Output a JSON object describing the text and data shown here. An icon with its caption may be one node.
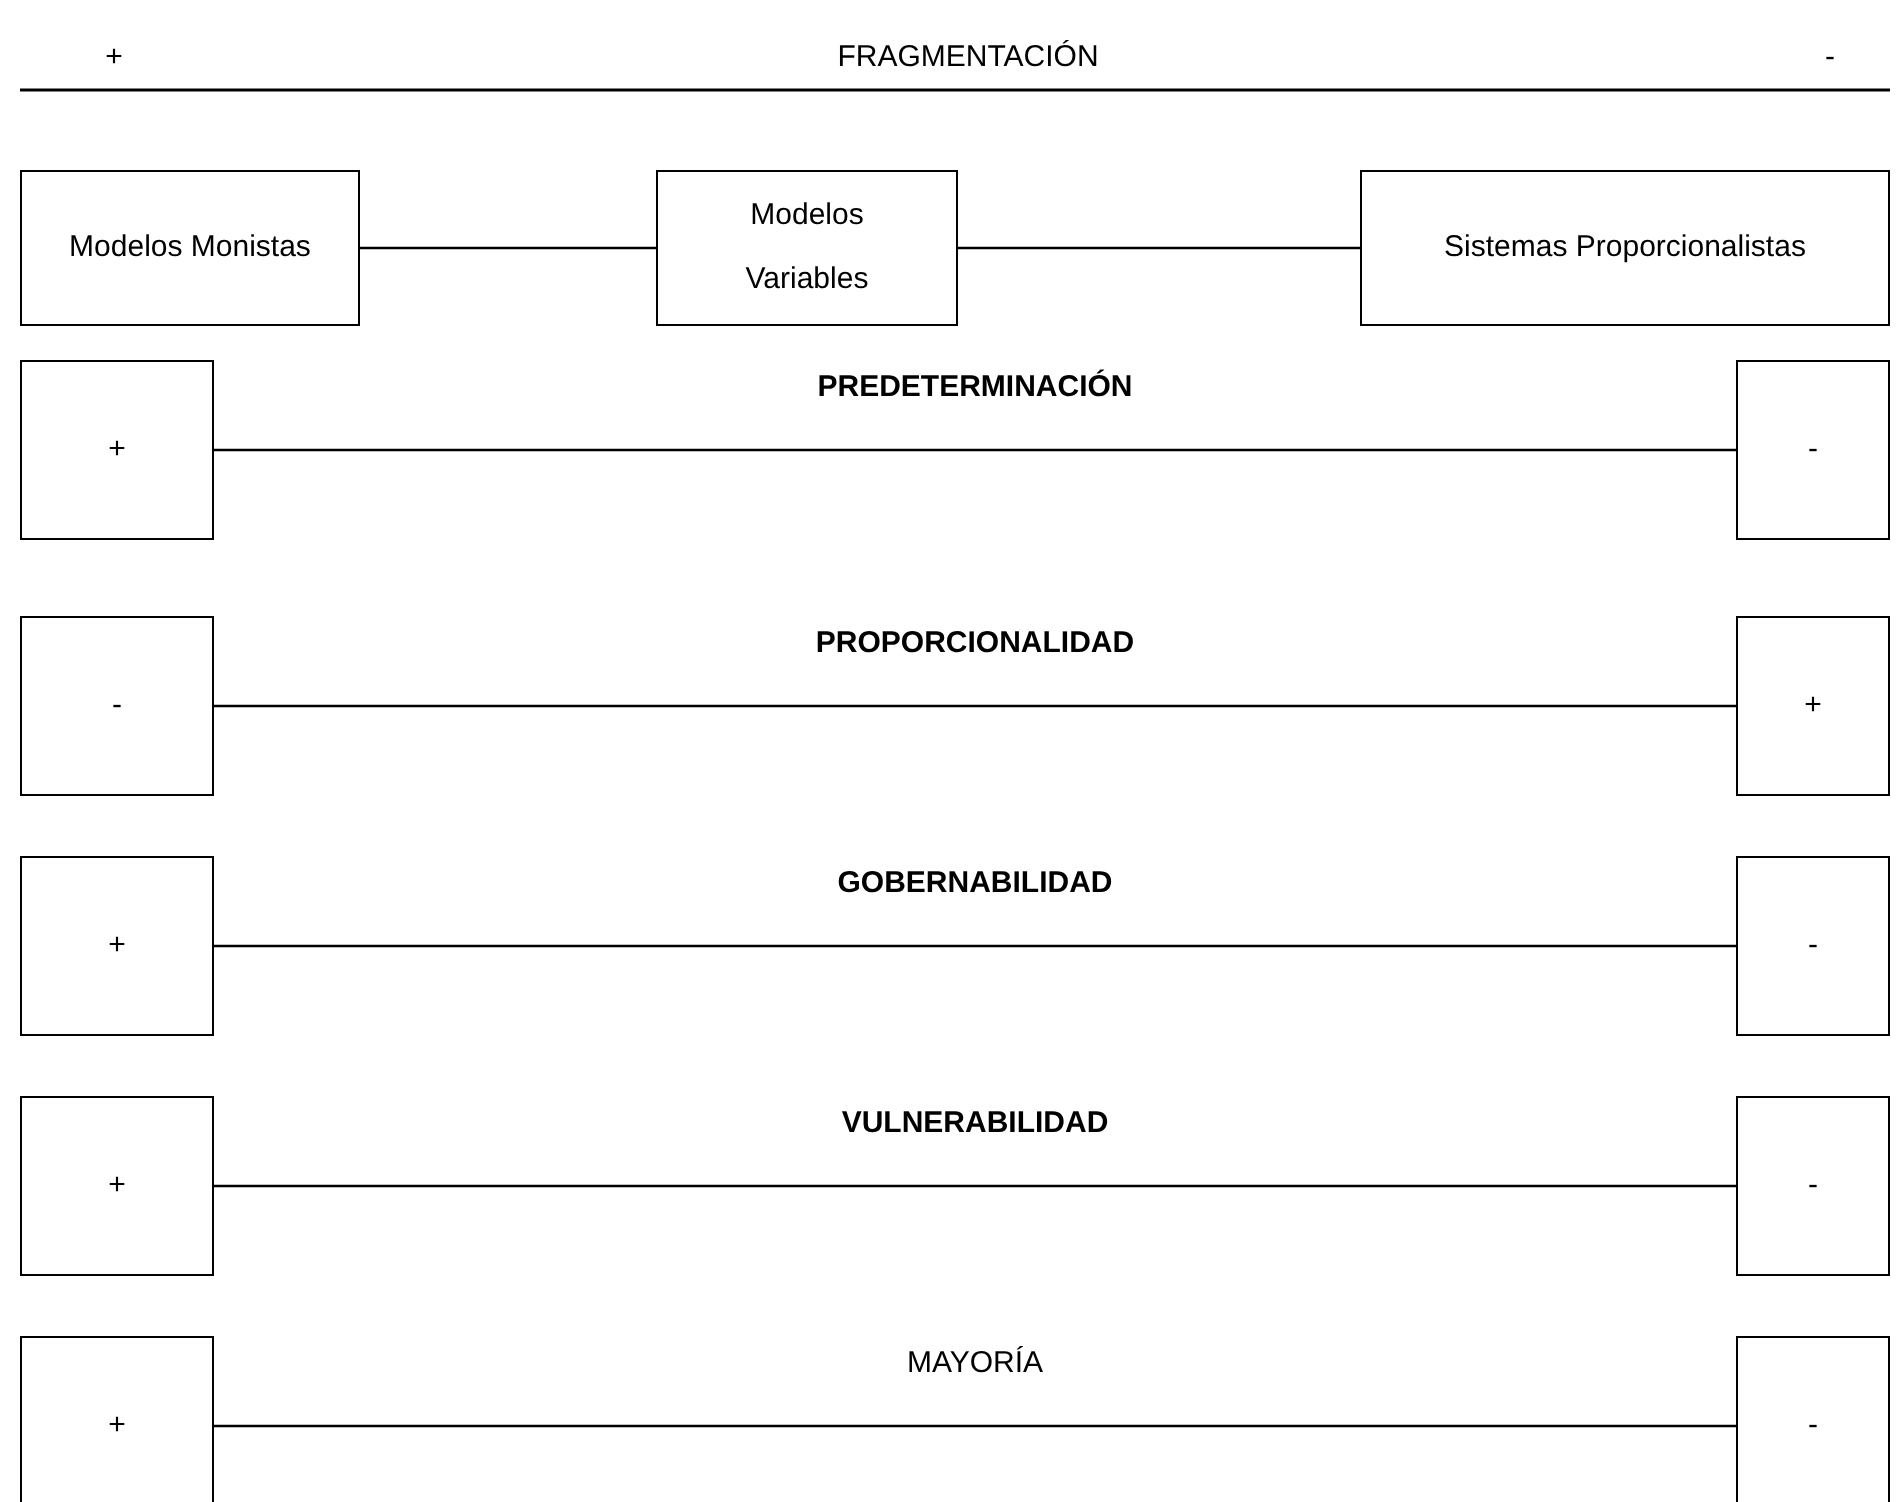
{
  "diagram": {
    "nodes": [
      {
        "text": [
          "Modelos Monistas"
        ]
      },
      {
        "text": [
          "Modelos Variables"
        ]
      },
      {
        "text": [
          "Sistemas Proporcionalistas"
        ]
      },
      {
        "text": [
          "+"
        ]
      },
      {
        "text": [
          "-"
        ]
      },
      {
        "text": [
          "-"
        ]
      },
      {
        "text": [
          "+"
        ]
      },
      {
        "text": [
          "+"
        ]
      },
      {
        "text": [
          "-"
        ]
      },
      {
        "text": [
          "+"
        ]
      },
      {
        "text": [
          "-"
        ]
      },
      {
        "text": [
          "+"
        ]
      },
      {
        "text": [
          "-"
        ]
      }
    ],
    "edges": [
      {
        "from": 0,
        "to": 1,
        "arrow": "none"
      },
      {
        "from": 1,
        "to": 2,
        "arrow": "none"
      },
      {
        "from": 3,
        "to": 4,
        "arrow": "none",
        "label": "PREDETERMINACIÓN"
      },
      {
        "from": 5,
        "to": 6,
        "arrow": "none",
        "label": "PROPORCIONALIDAD"
      },
      {
        "from": 7,
        "to": 8,
        "arrow": "none",
        "label": "GOBERNABILIDAD"
      },
      {
        "from": 9,
        "to": 10,
        "arrow": "none",
        "label": "VULNERABILIDAD"
      },
      {
        "from": 11,
        "to": 12,
        "arrow": "none",
        "label": "MAYORÍA"
      }
    ],
    "labels": [
      "+",
      "FRAGMENTACIÓN",
      "-"
    ]
  }
}
